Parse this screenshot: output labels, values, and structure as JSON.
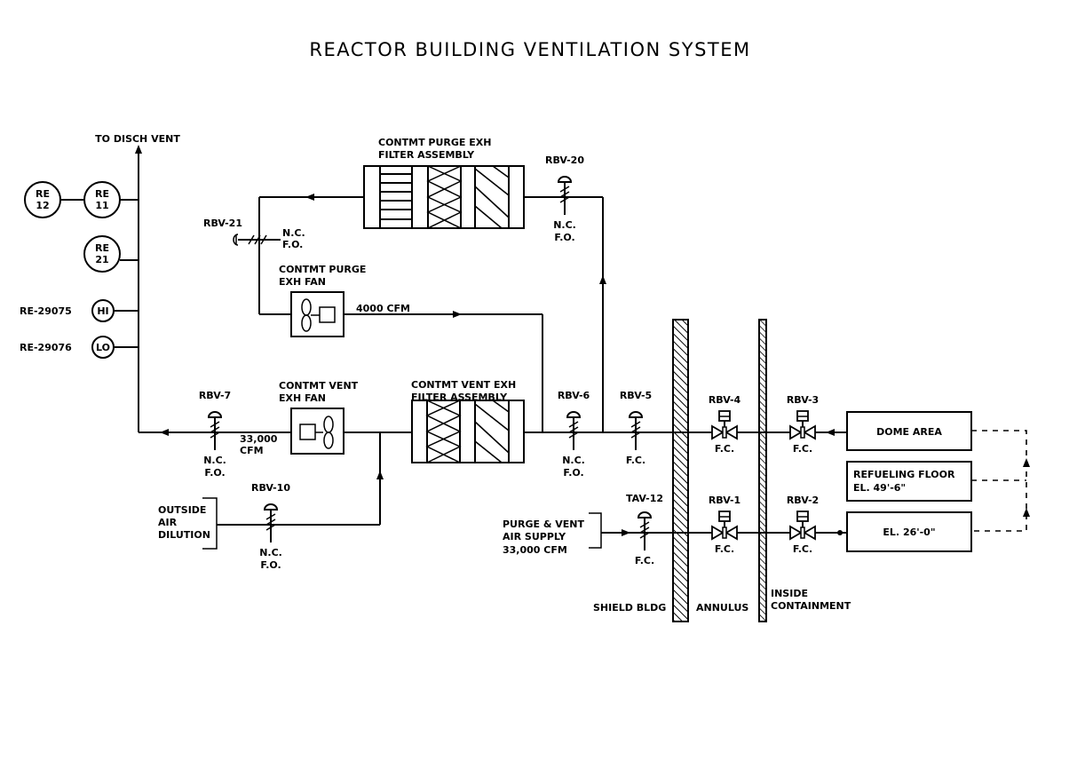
{
  "title": "REACTOR BUILDING VENTILATION SYSTEM",
  "discharge": {
    "label": "TO DISCH VENT"
  },
  "monitors": [
    {
      "id": "re12",
      "line1": "RE",
      "line2": "12"
    },
    {
      "id": "re11",
      "line1": "RE",
      "line2": "11"
    },
    {
      "id": "re21",
      "line1": "RE",
      "line2": "21"
    },
    {
      "id": "re29075",
      "tag": "RE-29075",
      "code": "HI"
    },
    {
      "id": "re29076",
      "tag": "RE-29076",
      "code": "LO"
    }
  ],
  "equipment": {
    "purge_filter": {
      "line1": "CONTMT PURGE EXH",
      "line2": "FILTER ASSEMBLY"
    },
    "purge_fan": {
      "line1": "CONTMT PURGE",
      "line2": "EXH FAN",
      "flow": "4000 CFM"
    },
    "vent_filter": {
      "line1": "CONTMT VENT EXH",
      "line2": "FILTER ASSEMBLY"
    },
    "vent_fan": {
      "line1": "CONTMT VENT",
      "line2": "EXH FAN",
      "flow_line1": "33,000",
      "flow_line2": "CFM"
    },
    "outside_air": {
      "line1": "OUTSIDE",
      "line2": "AIR",
      "line3": "DILUTION"
    },
    "air_supply": {
      "line1": "PURGE & VENT",
      "line2": "AIR SUPPLY",
      "line3": "33,000 CFM"
    }
  },
  "valves": {
    "rbv21": {
      "tag": "RBV-21",
      "pos1": "N.C.",
      "pos2": "F.O."
    },
    "rbv20": {
      "tag": "RBV-20",
      "pos1": "N.C.",
      "pos2": "F.O."
    },
    "rbv7": {
      "tag": "RBV-7",
      "pos1": "N.C.",
      "pos2": "F.O."
    },
    "rbv10": {
      "tag": "RBV-10",
      "pos1": "N.C.",
      "pos2": "F.O."
    },
    "rbv6": {
      "tag": "RBV-6",
      "pos1": "N.C.",
      "pos2": "F.O."
    },
    "rbv5": {
      "tag": "RBV-5",
      "pos1": "F.C."
    },
    "tav12": {
      "tag": "TAV-12",
      "pos1": "F.C."
    },
    "rbv4": {
      "tag": "RBV-4",
      "pos1": "F.C."
    },
    "rbv1": {
      "tag": "RBV-1",
      "pos1": "F.C."
    },
    "rbv3": {
      "tag": "RBV-3",
      "pos1": "F.C."
    },
    "rbv2": {
      "tag": "RBV-2",
      "pos1": "F.C."
    }
  },
  "areas": {
    "dome": {
      "line1": "DOME AREA"
    },
    "refueling": {
      "line1": "REFUELING FLOOR",
      "line2": "EL. 49'-6\""
    },
    "el26": {
      "line1": "EL. 26'-0\""
    }
  },
  "zones": {
    "shield": "SHIELD BLDG",
    "annulus": "ANNULUS",
    "inside_line1": "INSIDE",
    "inside_line2": "CONTAINMENT"
  }
}
